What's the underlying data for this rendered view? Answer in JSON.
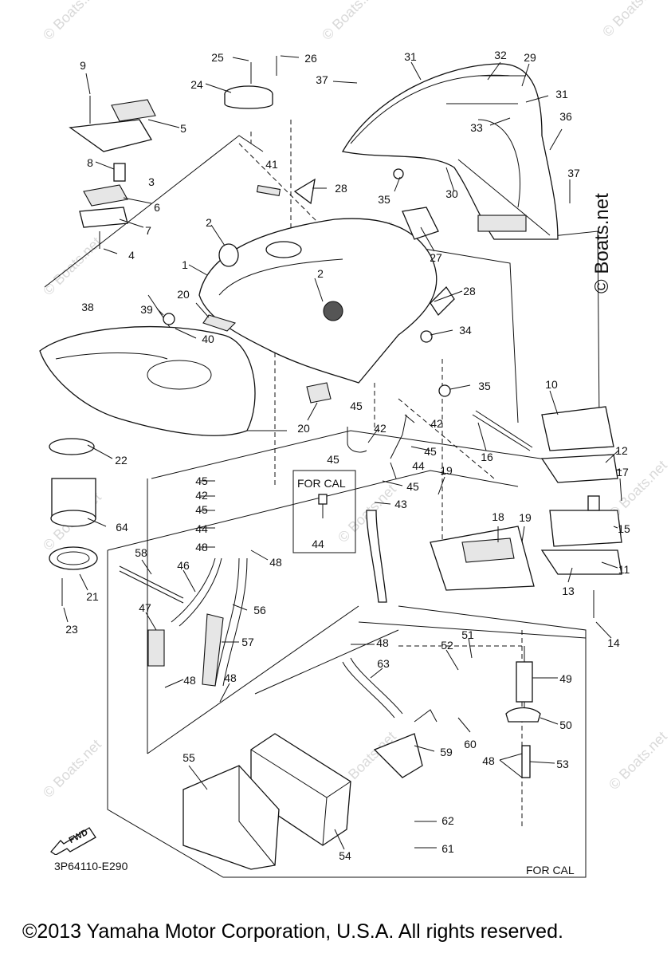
{
  "diagram": {
    "callouts": [
      "1",
      "2",
      "2",
      "3",
      "4",
      "5",
      "6",
      "7",
      "8",
      "9",
      "10",
      "11",
      "12",
      "13",
      "14",
      "15",
      "16",
      "17",
      "18",
      "19",
      "19",
      "20",
      "20",
      "21",
      "22",
      "23",
      "24",
      "25",
      "26",
      "27",
      "28",
      "28",
      "29",
      "30",
      "31",
      "31",
      "32",
      "33",
      "34",
      "35",
      "35",
      "36",
      "37",
      "37",
      "38",
      "39",
      "40",
      "41",
      "42",
      "42",
      "42",
      "43",
      "44",
      "44",
      "44",
      "45",
      "45",
      "45",
      "45",
      "45",
      "45",
      "46",
      "47",
      "48",
      "48",
      "48",
      "48",
      "48",
      "48",
      "49",
      "50",
      "51",
      "52",
      "53",
      "54",
      "55",
      "56",
      "57",
      "58",
      "59",
      "60",
      "61",
      "62",
      "63",
      "64"
    ],
    "for_cal_box_label": "FOR CAL",
    "for_cal_bottom_label": "FOR CAL",
    "diagram_code": "3P64110-E290",
    "fwd_label": "FWD"
  },
  "watermark": {
    "small": "© Boats.net",
    "large": "© Boats.net"
  },
  "footer": {
    "copyright": "©2013 Yamaha Motor Corporation, U.S.A. All rights reserved."
  }
}
